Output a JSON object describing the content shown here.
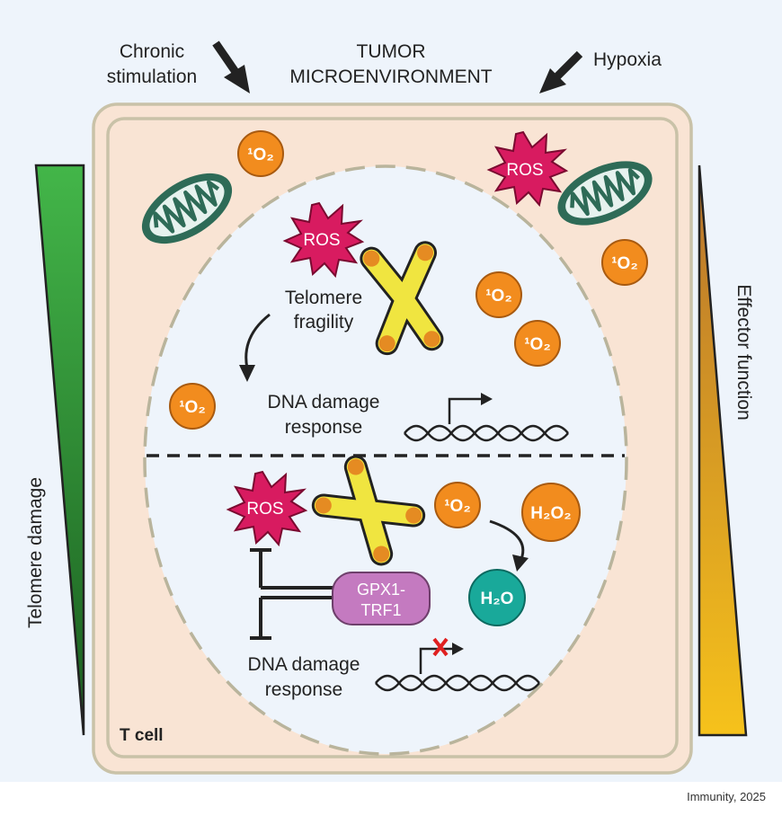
{
  "header": {
    "chronic": [
      "Chronic",
      "stimulation"
    ],
    "tme": [
      "TUMOR",
      "MICROENVIRONMENT"
    ],
    "hypoxia": "Hypoxia"
  },
  "labels": {
    "ros": "ROS",
    "singlet_oxygen": "¹O₂",
    "h2o2": "H₂O₂",
    "h2o": "H₂O",
    "telomere_fragility": [
      "Telomere",
      "fragility"
    ],
    "dna_damage_response": [
      "DNA damage",
      "response"
    ],
    "gpx1_trf1": [
      "GPX1-",
      "TRF1"
    ],
    "t_cell": "T cell"
  },
  "gradients": {
    "left_label": "Telomere damage",
    "right_label": "Effector function"
  },
  "citation": "Immunity, 2025",
  "colors": {
    "cell_fill": "#f9e4d4",
    "cell_border": "#c9c2a8",
    "nucleus_fill": "#eef4fb",
    "ros": "#d81b60",
    "singlet_oxygen": "#f28c1e",
    "h2o": "#19a99a",
    "gpx1_trf1": "#c47ac0",
    "chromosome": "#f0e540",
    "mitochondria": "#2e6b57",
    "telomere_gradient_top": "#43b649",
    "telomere_gradient_bottom": "#1b5e20",
    "effector_gradient_top": "#c07a2a",
    "effector_gradient_bottom": "#f6c21b"
  }
}
